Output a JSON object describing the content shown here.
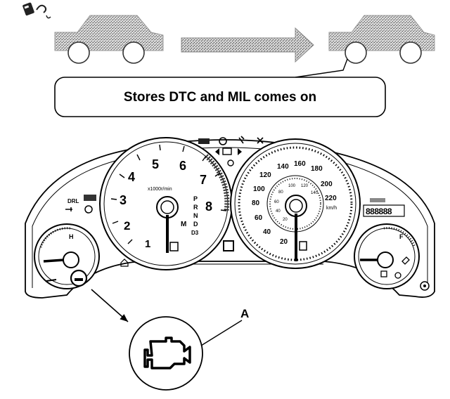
{
  "caption": {
    "text": "Stores DTC and MIL comes on"
  },
  "callout": {
    "label": "A"
  },
  "tachometer": {
    "numbers": [
      "1",
      "2",
      "3",
      "4",
      "5",
      "6",
      "7",
      "8"
    ],
    "unit": "x1000r/min",
    "gear_letters": [
      "P",
      "R",
      "N",
      "D",
      "D3"
    ],
    "mode_letter": "M"
  },
  "speedometer": {
    "outer_numbers": [
      "20",
      "40",
      "60",
      "80",
      "100",
      "120",
      "140",
      "160",
      "180",
      "200",
      "220"
    ],
    "inner_numbers": [
      "20",
      "40",
      "60",
      "80",
      "100",
      "120",
      "140"
    ],
    "unit": "km/h"
  },
  "indicators": {
    "drl": "DRL",
    "odometer": "888888"
  },
  "temp_gauge": {
    "hot": "H"
  },
  "fuel_gauge": {
    "full": "F"
  },
  "icons": {
    "key": "ignition-key-icon",
    "car_before": "car-icon",
    "arrow": "right-arrow-icon",
    "car_after": "car-icon",
    "mil": "check-engine-icon",
    "cluster": "instrument-cluster"
  }
}
